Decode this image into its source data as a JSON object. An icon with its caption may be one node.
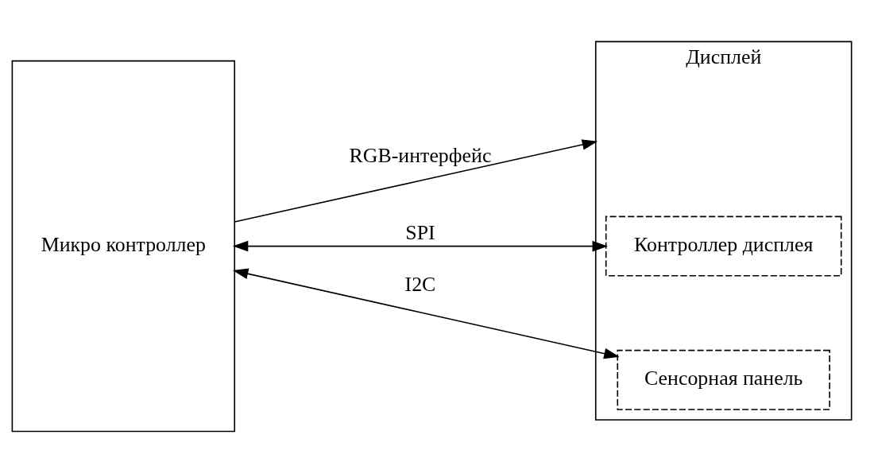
{
  "diagram": {
    "nodes": [
      {
        "text": [
          "Микро контроллер"
        ]
      },
      {
        "text": [
          "Дисплей"
        ]
      },
      {
        "text": [
          "Контроллер дисплея"
        ],
        "in": 1
      },
      {
        "text": [
          "Сенсорная панель"
        ],
        "in": 1
      }
    ],
    "edges": [
      {
        "from": 0,
        "to": 1,
        "arrow": "to",
        "label": "RGB-интерфейс"
      },
      {
        "from": 0,
        "to": 2,
        "arrow": "both",
        "label": "SPI"
      },
      {
        "from": 0,
        "to": 3,
        "arrow": "both",
        "label": "I2C"
      }
    ]
  }
}
